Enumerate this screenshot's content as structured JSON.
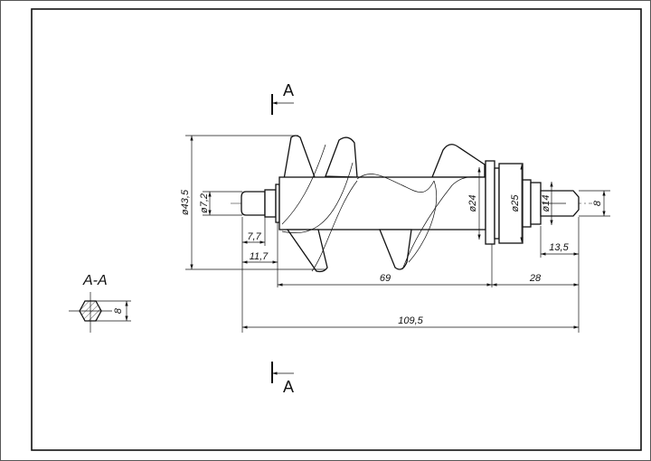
{
  "drawing": {
    "section_mark": "A",
    "section_title": "A-A",
    "section_dim": "8",
    "dimensions": {
      "outer_diameter": "ø43,5",
      "tip_diameter": "ø7,2",
      "flange_diameter": "ø24",
      "collar_diameter": "ø25",
      "neck_diameter": "ø14",
      "square_width": "8",
      "tip_length": "7,7",
      "shoulder_length": "11,7",
      "screw_length": "69",
      "rear_length": "28",
      "total_length": "109,5",
      "square_length": "13,5"
    }
  }
}
